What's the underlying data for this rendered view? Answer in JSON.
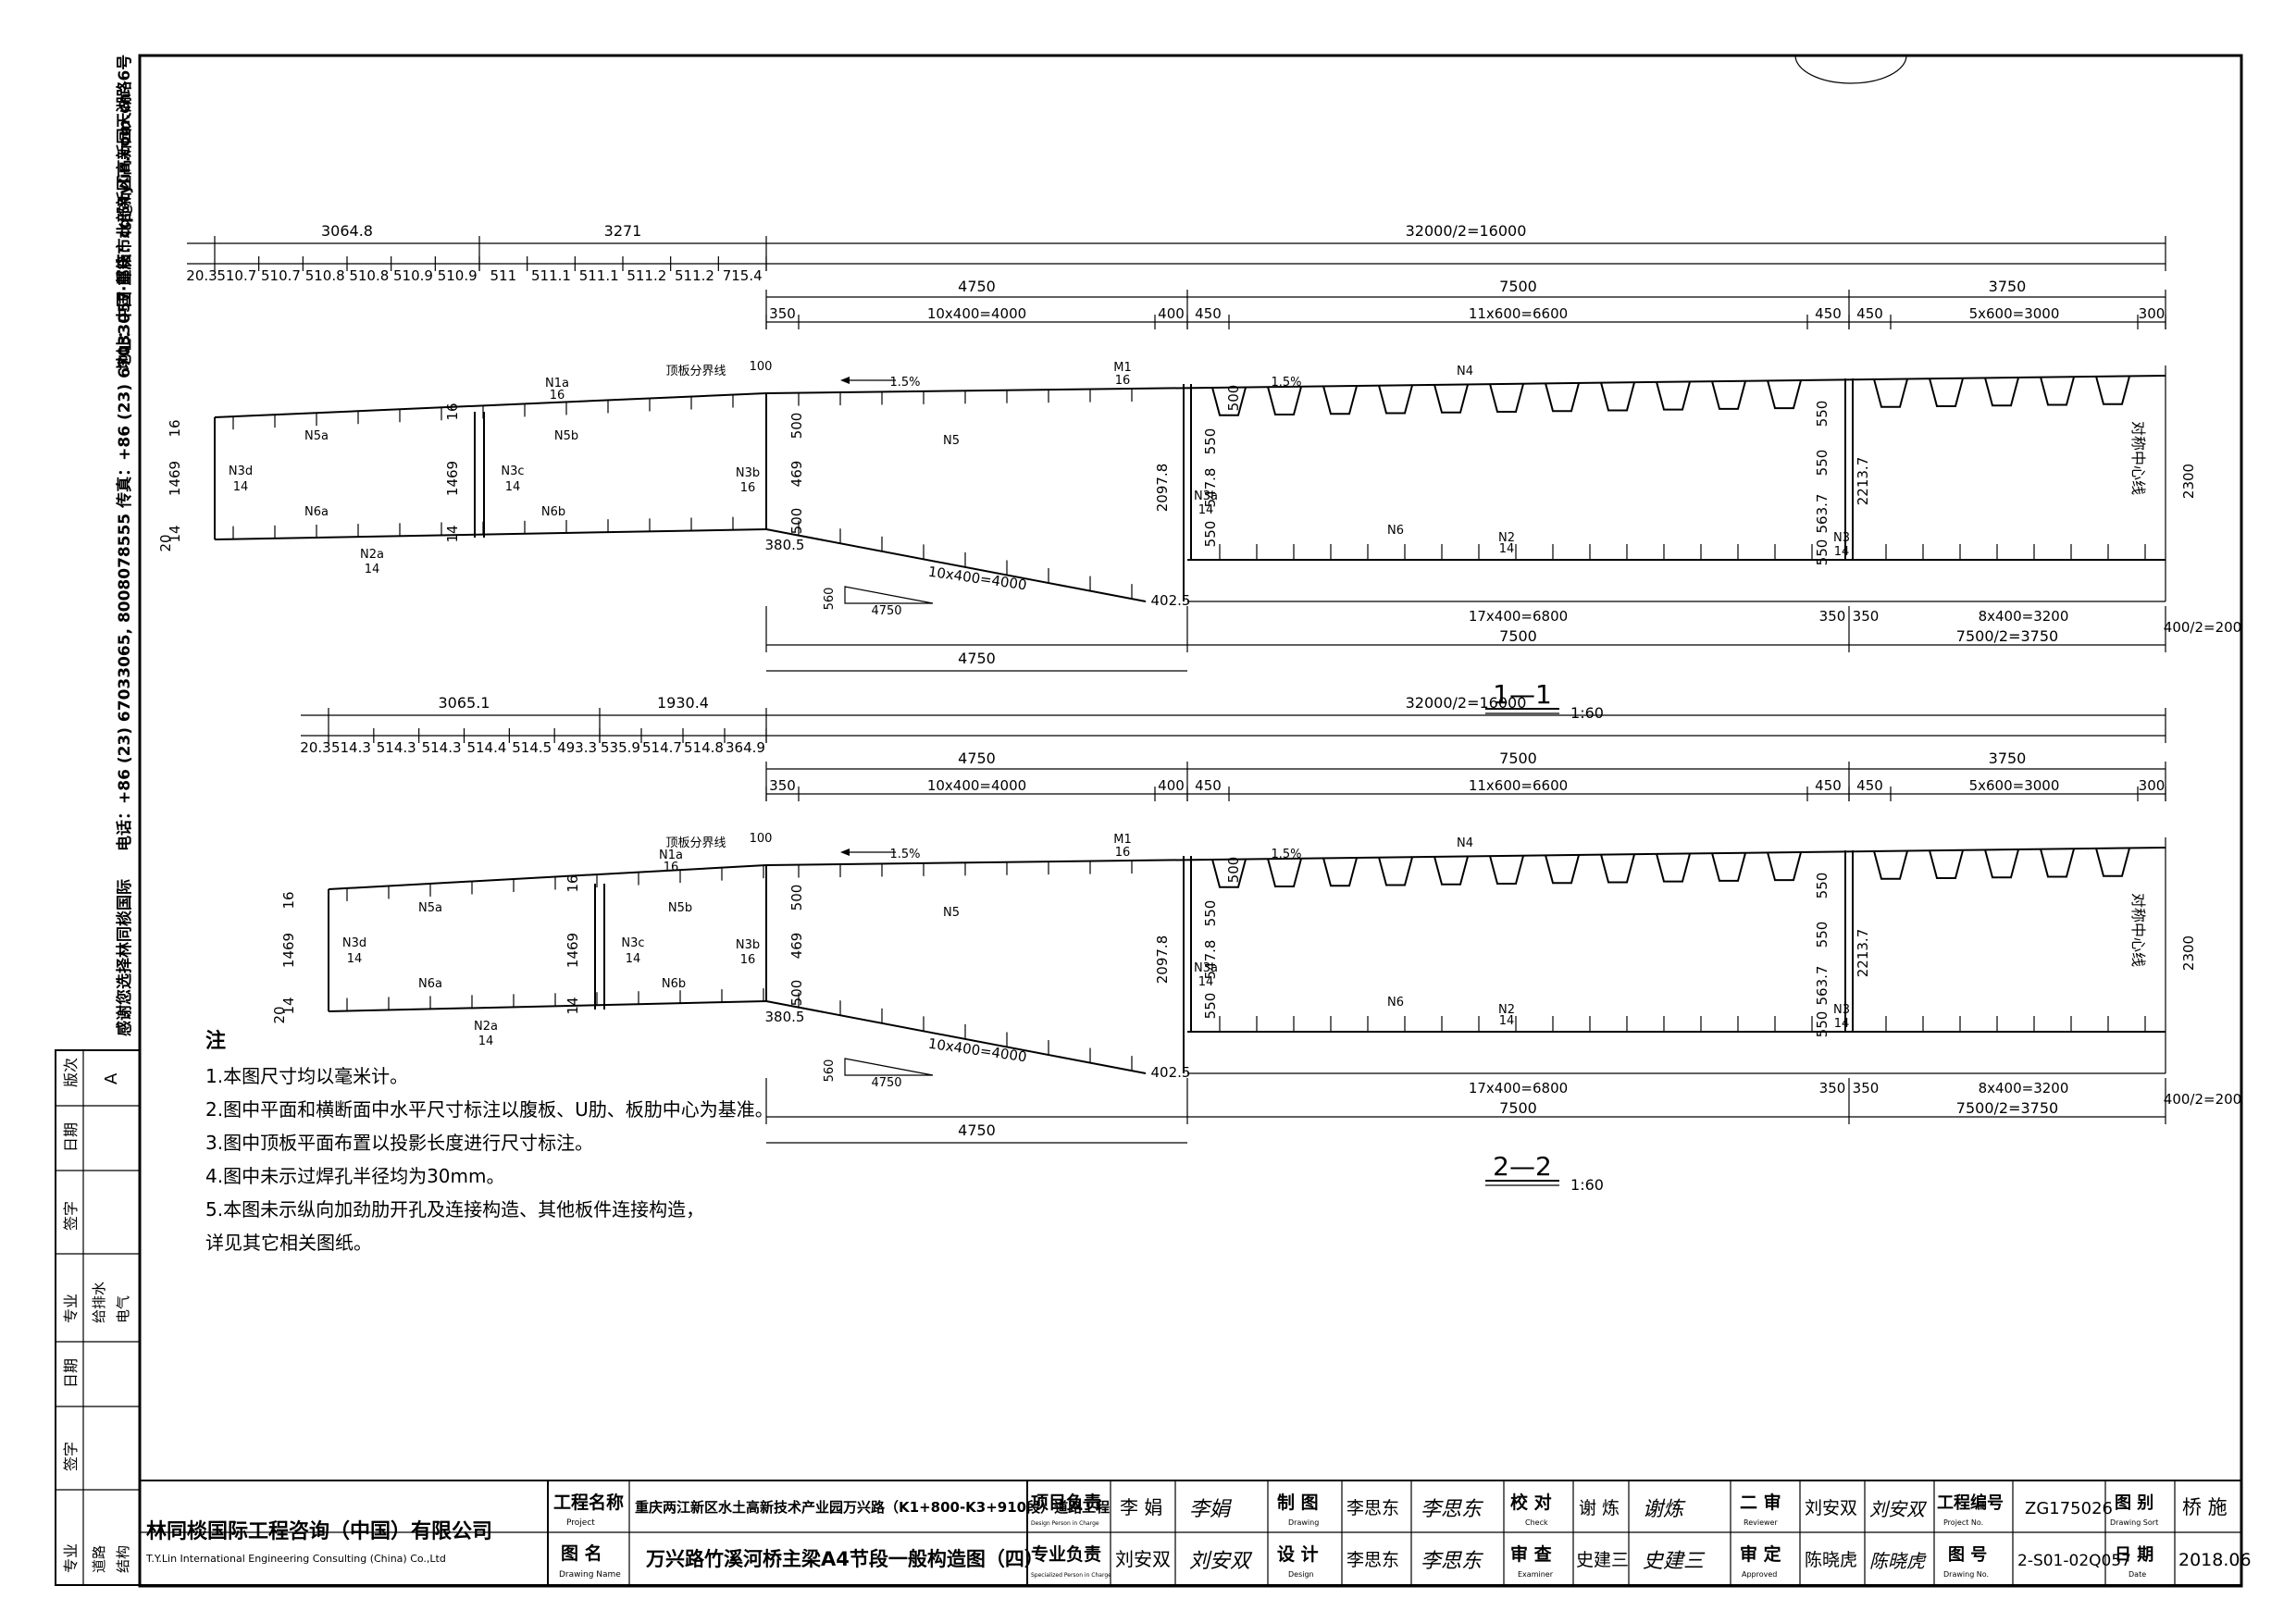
{
  "address": "地址：中国·重庆市北部新区高新园天湖路6号",
  "contact": "电话：+86 (23) 67033065, 8008078555 传真：+86 (23) 67033057 邮箱：cq@tylin.com.cn",
  "thanks": "感谢您选择林同棪国际",
  "sections": [
    {
      "id": "1",
      "title": "1—1",
      "scale": "1:60",
      "top_overall": [
        "3064.8",
        "3271",
        "32000/2=16000"
      ],
      "top_segments_a": [
        "510.7",
        "510.7",
        "510.8",
        "510.8",
        "510.9",
        "510.9"
      ],
      "top_segments_b": [
        "511",
        "511.1",
        "511.1",
        "511.2",
        "511.2",
        "715.4"
      ],
      "edge_small": "20.3",
      "mid_dims": [
        "4750",
        "7500",
        "3750"
      ],
      "fine_dims": [
        "350",
        "10x400=4000",
        "400",
        "450",
        "11x600=6600",
        "450",
        "450",
        "5x600=3000",
        "300"
      ],
      "bottom_dims": [
        "17x400=6800",
        "350",
        "350",
        "8x400=3200"
      ],
      "bottom_totals": [
        "4750",
        "7500",
        "7500/2=3750",
        "400/2=200"
      ],
      "slope_dims": [
        "380.5",
        "10x400=4000",
        "402.5",
        "560",
        "4750"
      ],
      "heights": [
        "16",
        "1469",
        "14",
        "20",
        "16",
        "1469",
        "14",
        "500",
        "469",
        "500",
        "2097.8",
        "550",
        "547.8",
        "550",
        "500",
        "550",
        "550",
        "563.7",
        "550",
        "2213.7",
        "2300"
      ],
      "labels": [
        "N1a",
        "16",
        "N5a",
        "N5b",
        "N3d",
        "14",
        "N3c",
        "14",
        "N3b",
        "16",
        "N6a",
        "N6b",
        "N2a",
        "14",
        "顶板分界线",
        "100",
        "1.5%",
        "M1",
        "16",
        "N5",
        "1.5%",
        "N4",
        "N3a",
        "14",
        "N6",
        "N2",
        "14",
        "N3",
        "14",
        "对称中心线"
      ]
    },
    {
      "id": "2",
      "title": "2—2",
      "scale": "1:60",
      "top_overall": [
        "3065.1",
        "1930.4",
        "32000/2=16000"
      ],
      "top_segments_a": [
        "514.3",
        "514.3",
        "514.3",
        "514.4",
        "514.5",
        "493.3"
      ],
      "top_segments_b": [
        "535.9",
        "514.7",
        "514.8",
        "364.9"
      ],
      "edge_small": "20.3",
      "mid_dims": [
        "4750",
        "7500",
        "3750"
      ],
      "fine_dims": [
        "350",
        "10x400=4000",
        "400",
        "450",
        "11x600=6600",
        "450",
        "450",
        "5x600=3000",
        "300"
      ],
      "bottom_dims": [
        "17x400=6800",
        "350",
        "350",
        "8x400=3200"
      ],
      "bottom_totals": [
        "4750",
        "7500",
        "7500/2=3750",
        "400/2=200"
      ],
      "slope_dims": [
        "380.5",
        "10x400=4000",
        "402.5",
        "560",
        "4750"
      ],
      "heights": [
        "16",
        "1469",
        "14",
        "20",
        "16",
        "1469",
        "14",
        "500",
        "469",
        "500",
        "2097.8",
        "550",
        "547.8",
        "550",
        "500",
        "550",
        "550",
        "563.7",
        "550",
        "2213.7",
        "2300"
      ],
      "labels": [
        "N1a",
        "16",
        "N5a",
        "N5b",
        "N3d",
        "14",
        "N3c",
        "14",
        "N3b",
        "16",
        "N6a",
        "N6b",
        "N2a",
        "14",
        "顶板分界线",
        "100",
        "1.5%",
        "M1",
        "16",
        "N5",
        "1.5%",
        "N4",
        "N3a",
        "14",
        "N6",
        "N2",
        "14",
        "N3",
        "14",
        "对称中心线"
      ]
    }
  ],
  "notes": {
    "heading": "注",
    "items": [
      "1.本图尺寸均以毫米计。",
      "2.图中平面和横断面中水平尺寸标注以腹板、U肋、板肋中心为基准。",
      "3.图中顶板平面布置以投影长度进行尺寸标注。",
      "4.图中未示过焊孔半径均为30mm。",
      "5.本图未示纵向加劲肋开孔及连接构造、其他板件连接构造，",
      "   详见其它相关图纸。"
    ]
  },
  "side_table": {
    "version_label": "版次",
    "version": "A",
    "date_label": "日期",
    "sign_label": "签字",
    "discipline_label": "专业",
    "disciplines": [
      "给排水",
      "电气"
    ],
    "date_label2": "日期",
    "sign_label2": "签字",
    "discipline_label2": "专业",
    "disciplines2": [
      "道路",
      "结构"
    ]
  },
  "title_block": {
    "company_cn": "林同棪国际工程咨询（中国）有限公司",
    "company_en": "T.Y.Lin International Engineering Consulting (China) Co.,Ltd",
    "project_label": "工程名称",
    "project_label_en": "Project",
    "project_name": "重庆两江新区水土高新技术产业园万兴路（K1+800-K3+910段）道路工程",
    "drawing_label": "图 名",
    "drawing_label_en": "Drawing Name",
    "drawing_name": "万兴路竹溪河桥主梁A4节段一般构造图（四）",
    "roles": [
      {
        "label": "项目负责",
        "label_en": "Design Person in Charge",
        "name": "李 娟",
        "sign": "李娟"
      },
      {
        "label": "专业负责",
        "label_en": "Specialized Person in Charge",
        "name": "刘安双",
        "sign": "刘安双"
      },
      {
        "label": "制 图",
        "label_en": "Drawing",
        "name": "李思东",
        "sign": "李思东"
      },
      {
        "label": "设 计",
        "label_en": "Design",
        "name": "李思东",
        "sign": "李思东"
      },
      {
        "label": "校 对",
        "label_en": "Check",
        "name": "谢 炼",
        "sign": "谢炼"
      },
      {
        "label": "审 查",
        "label_en": "Examiner",
        "name": "史建三",
        "sign": "史建三"
      },
      {
        "label": "二 审",
        "label_en": "Reviewer",
        "name": "刘安双",
        "sign": "刘安双"
      },
      {
        "label": "审 定",
        "label_en": "Approved",
        "name": "陈晓虎",
        "sign": "陈晓虎"
      }
    ],
    "project_no_label": "工程编号",
    "project_no_label_en": "Project No.",
    "project_no": "ZG175026",
    "sort_label": "图 别",
    "sort_label_en": "Drawing Sort",
    "sort": "桥 施",
    "drawing_no_label": "图 号",
    "drawing_no_label_en": "Drawing No.",
    "drawing_no": "2-S01-02Q057",
    "date_label": "日 期",
    "date_label_en": "Date",
    "date": "2018.06"
  }
}
